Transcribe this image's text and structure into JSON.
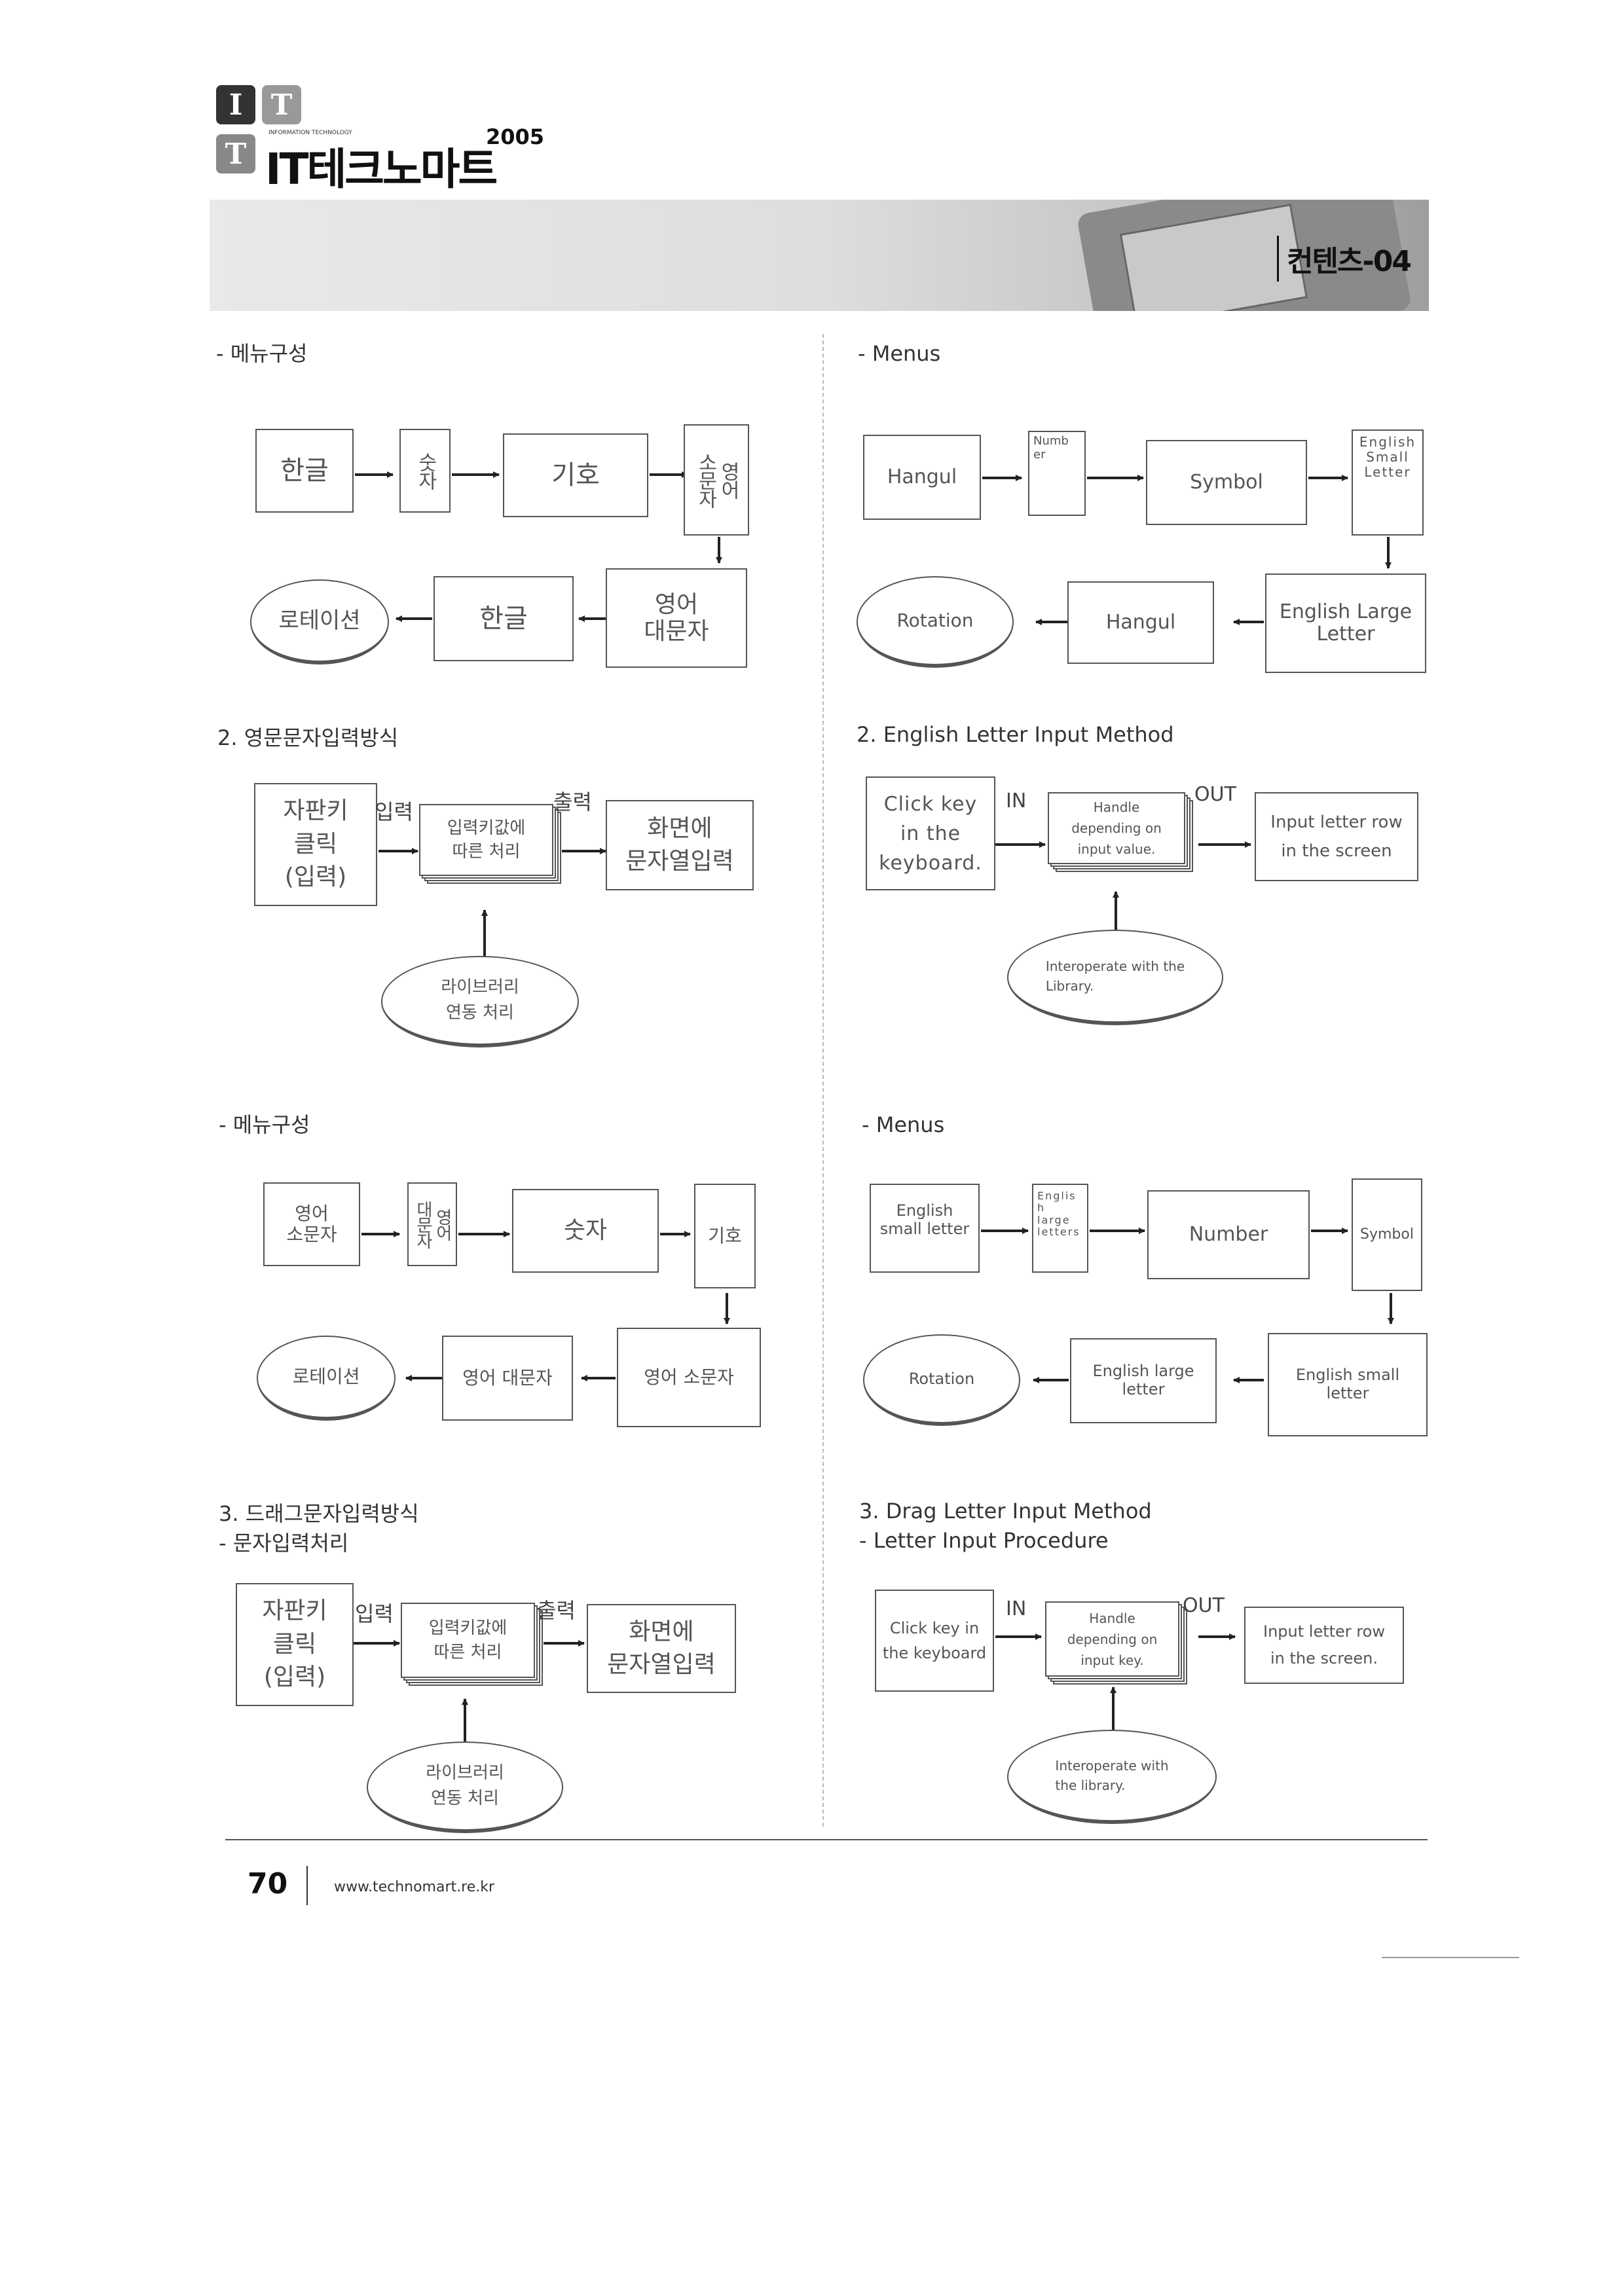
{
  "magazine": {
    "logo_mark_letters": [
      "I",
      "T",
      "T"
    ],
    "logo_tagline": "INFORMATION TECHNOLOGY",
    "logo_title": "IT테크노마트",
    "logo_year": "2005"
  },
  "banner": {
    "section_label": "컨텐츠-04"
  },
  "korean": {
    "s1_heading": "- 메뉴구성",
    "s1_row1": [
      "한글",
      "숫자",
      "기호",
      "영어\n소문자"
    ],
    "s1_row2": [
      "로테이션",
      "한글",
      "영어\n대문자"
    ],
    "s2_heading": "2. 영문문자입력방식",
    "s2_click": "자판키\n클릭\n(입력)",
    "s2_in": "입력",
    "s2_handle": "입력키값에\n따른 처리",
    "s2_out": "출력",
    "s2_screen": "화면에\n문자열입력",
    "s2_library": "라이브러리\n연동 처리",
    "s3_heading": "- 메뉴구성",
    "s3_row1": [
      "영어\n소문자",
      "영어\n대문자",
      "숫자",
      "기호"
    ],
    "s3_row2": [
      "로테이션",
      "영어 대문자",
      "영어 소문자"
    ],
    "s4_heading": "3. 드래그문자입력방식\n- 문자입력처리",
    "s4_click": "자판키\n클릭\n(입력)",
    "s4_in": "입력",
    "s4_handle": "입력키값에\n따른 처리",
    "s4_out": "출력",
    "s4_screen": "화면에\n문자열입력",
    "s4_library": "라이브러리\n연동 처리"
  },
  "english": {
    "s1_heading": "- Menus",
    "s1_row1": [
      "Hangul",
      "Numb\ner",
      "Symbol",
      "English\nSmall\nLetter"
    ],
    "s1_row2": [
      "Rotation",
      "Hangul",
      "English Large\nLetter"
    ],
    "s2_heading": "2. English Letter Input Method",
    "s2_click": "Click key\nin the\nkeyboard.",
    "s2_in": "IN",
    "s2_handle": "Handle\ndepending on\ninput value.",
    "s2_out": "OUT",
    "s2_screen": "Input letter row\nin the screen",
    "s2_library": "Interoperate with the\nLibrary.",
    "s3_heading": "- Menus",
    "s3_row1": [
      "English\nsmall letter",
      "Englis\nh\nlarge\nletters",
      "Number",
      "Symbol"
    ],
    "s3_row2": [
      "Rotation",
      "English large\nletter",
      "English small\nletter"
    ],
    "s4_heading": "3. Drag Letter Input Method\n- Letter Input Procedure",
    "s4_click": "Click key in\nthe keyboard",
    "s4_in": "IN",
    "s4_handle": "Handle\ndepending on\ninput key.",
    "s4_out": "OUT",
    "s4_screen": "Input letter row\nin the screen.",
    "s4_library": "Interoperate      with\nthe library."
  },
  "footer": {
    "page_number": "70",
    "url": "www.technomart.re.kr"
  }
}
